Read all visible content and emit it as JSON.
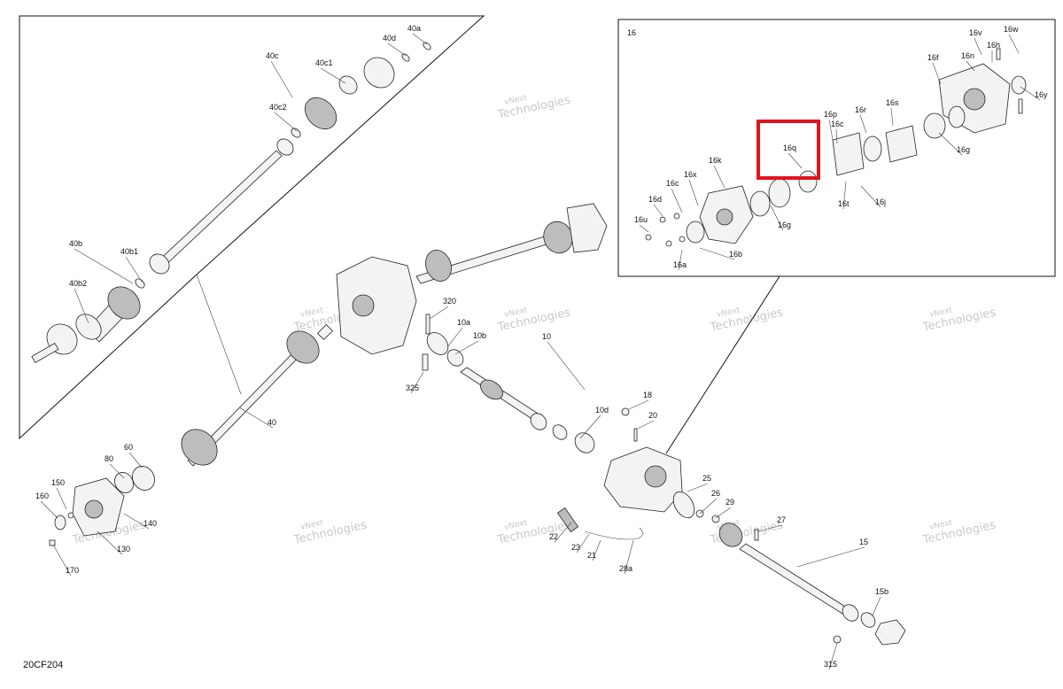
{
  "diagram": {
    "drawing_code": "20CF204",
    "inset_left_labels": [
      "40a",
      "40d",
      "40c",
      "40c1",
      "40c2",
      "40b",
      "40b1",
      "40b2"
    ],
    "inset_right_title": "16",
    "inset_right_labels": [
      "16w",
      "16v",
      "16h",
      "16n",
      "16f",
      "16y",
      "16p",
      "16c",
      "16r",
      "16s",
      "16q",
      "16g",
      "16k",
      "16x",
      "16c",
      "16d",
      "16t",
      "16j",
      "16u",
      "16g",
      "16a",
      "16b"
    ],
    "main_labels": [
      "320",
      "10a",
      "10b",
      "10",
      "325",
      "40",
      "60",
      "80",
      "150",
      "160",
      "140",
      "130",
      "170",
      "10d",
      "18",
      "20",
      "25",
      "26",
      "29",
      "27",
      "22",
      "23",
      "21",
      "28a",
      "15",
      "15b",
      "315"
    ],
    "highlight_label": "16q",
    "watermark_line1": "vNext",
    "watermark_line2": "Technologies",
    "colors": {
      "highlight": "#e0141e",
      "line": "#111111",
      "watermark": "#c9c9c9"
    }
  }
}
